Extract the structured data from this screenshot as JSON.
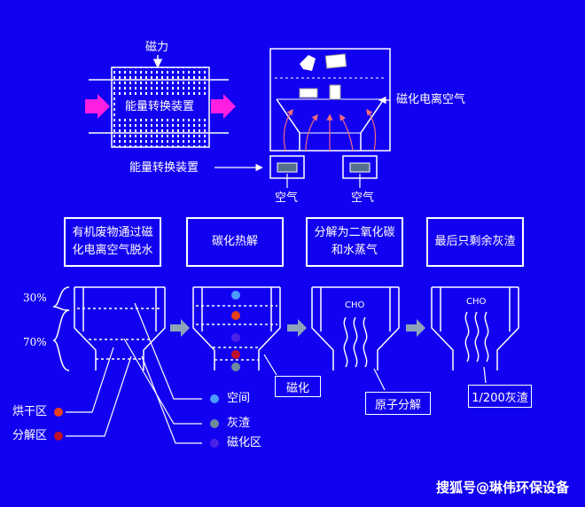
{
  "top": {
    "magnetic_force": "磁力",
    "energy_device_inner": "能量转换装置",
    "energy_device_label": "能量转换装置",
    "magnetized_air": "磁化电离空气",
    "air_left": "空气",
    "air_right": "空气"
  },
  "stages": [
    {
      "text": "有机废物通过磁化电离空气脱水"
    },
    {
      "text": "碳化热解"
    },
    {
      "text": "分解为二氧化碳和水蒸气"
    },
    {
      "text": "最后只剩余灰渣"
    }
  ],
  "percent": {
    "upper": "30%",
    "lower": "70%"
  },
  "zones": {
    "drying": "烘干区",
    "decomposition": "分解区"
  },
  "legend": [
    {
      "label": "空间",
      "color": "#4a9cff"
    },
    {
      "label": "灰渣",
      "color": "#6e8a9e"
    },
    {
      "label": "磁化区",
      "color": "#4a22e6"
    }
  ],
  "callouts": {
    "magnetize": "磁化",
    "atomic": "原子分解",
    "ash": "1/200灰渣"
  },
  "cho": [
    "CHO",
    "CHO"
  ],
  "colors": {
    "background": "#1200f0",
    "arrow_magenta": "#ff1fe0",
    "red_dot": "#e8401a",
    "dark_red": "#c0102a",
    "flow_arrow": "#8fa3b8",
    "heat_arrow": "#f06a80"
  },
  "watermark": "搜狐号@琳伟环保设备"
}
